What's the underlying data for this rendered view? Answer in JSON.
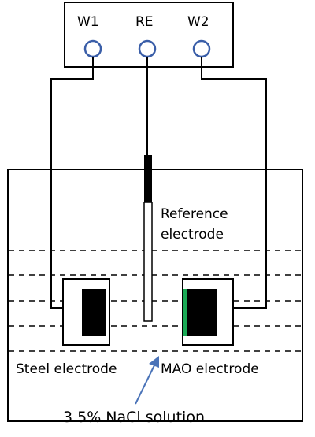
{
  "instrument": {
    "terminals": [
      {
        "label": "W1",
        "color": "#3a5ea8"
      },
      {
        "label": "RE",
        "color": "#3a5ea8"
      },
      {
        "label": "W2",
        "color": "#3a5ea8"
      }
    ]
  },
  "labels": {
    "reference_line1": "Reference",
    "reference_line2": "electrode",
    "steel": "Steel electrode",
    "mao": "MAO electrode",
    "solution": "3.5% NaCl solution"
  },
  "colors": {
    "line": "#000000",
    "coating": "#1aaa55",
    "arrow": "#4a73b8"
  }
}
